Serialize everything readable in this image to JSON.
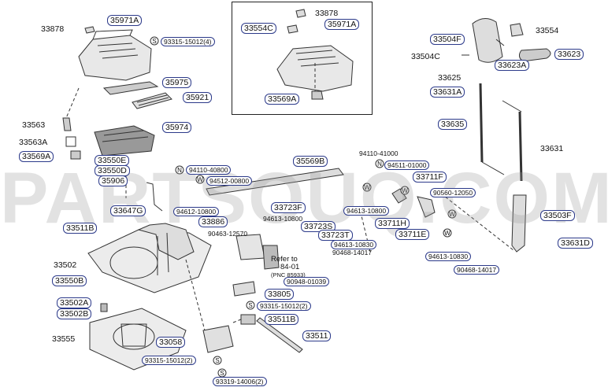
{
  "watermark": "PARTSOUQ.COM",
  "colors": {
    "line": "#333333",
    "label_box": "#2c3a8a"
  },
  "labels": {
    "l33878a": "33878",
    "l35971a": "35971A",
    "l93315a": "93315-15012(4)",
    "l33554c": "33554C",
    "l33878b": "33878",
    "l35971b": "35971A",
    "l33569a_in": "33569A",
    "l33504f": "33504F",
    "l33554": "33554",
    "l33504c": "33504C",
    "l33623": "33623",
    "l33623a": "33623A",
    "l35975": "35975",
    "l35921": "35921",
    "l33625": "33625",
    "l33631a": "33631A",
    "l33563": "33563",
    "l33563a": "33563A",
    "l33569a": "33569A",
    "l35974": "35974",
    "l33635": "33635",
    "l33631": "33631",
    "l33550e": "33550E",
    "l33550d": "33550D",
    "l35906": "35906",
    "l94110a": "94110-40800",
    "l94512": "94512-00800",
    "l35569b": "35569B",
    "l94110b": "94110-41000",
    "l94511": "94511-01000",
    "l33711f": "33711F",
    "l94612": "94612-10800",
    "l33723f": "33723F",
    "l90560": "90560-12050",
    "l33647g": "33647G",
    "l33886": "33886",
    "l94613a": "94613-10800",
    "l33723s": "33723S",
    "l94613b": "94613-10800",
    "l33711h": "33711H",
    "l33711e": "33711E",
    "l33503f": "33503F",
    "l33511b_a": "33511B",
    "l90463": "90463-12570",
    "l33723t": "33723T",
    "l94613c": "94613-10830",
    "l90468a": "90468-14017",
    "l94613d": "94613-10830",
    "l33631d": "33631D",
    "l33502": "33502",
    "refer1": "Refer to",
    "refer2": "84-01",
    "refer3": "(PNC 85933)",
    "l90948": "90948-01039",
    "l90468b": "90468-14017",
    "l33550b": "33550B",
    "l33805": "33805",
    "l33502a": "33502A",
    "l93315b": "93315-15012(2)",
    "l33502b": "33502B",
    "l33511b_b": "33511B",
    "l33555": "33555",
    "l33511": "33511",
    "l33058": "33058",
    "l93315c": "93315-15012(2)",
    "l93319": "93319-14006(2)"
  },
  "symbols": {
    "n": "N",
    "w": "W",
    "s": "S"
  }
}
